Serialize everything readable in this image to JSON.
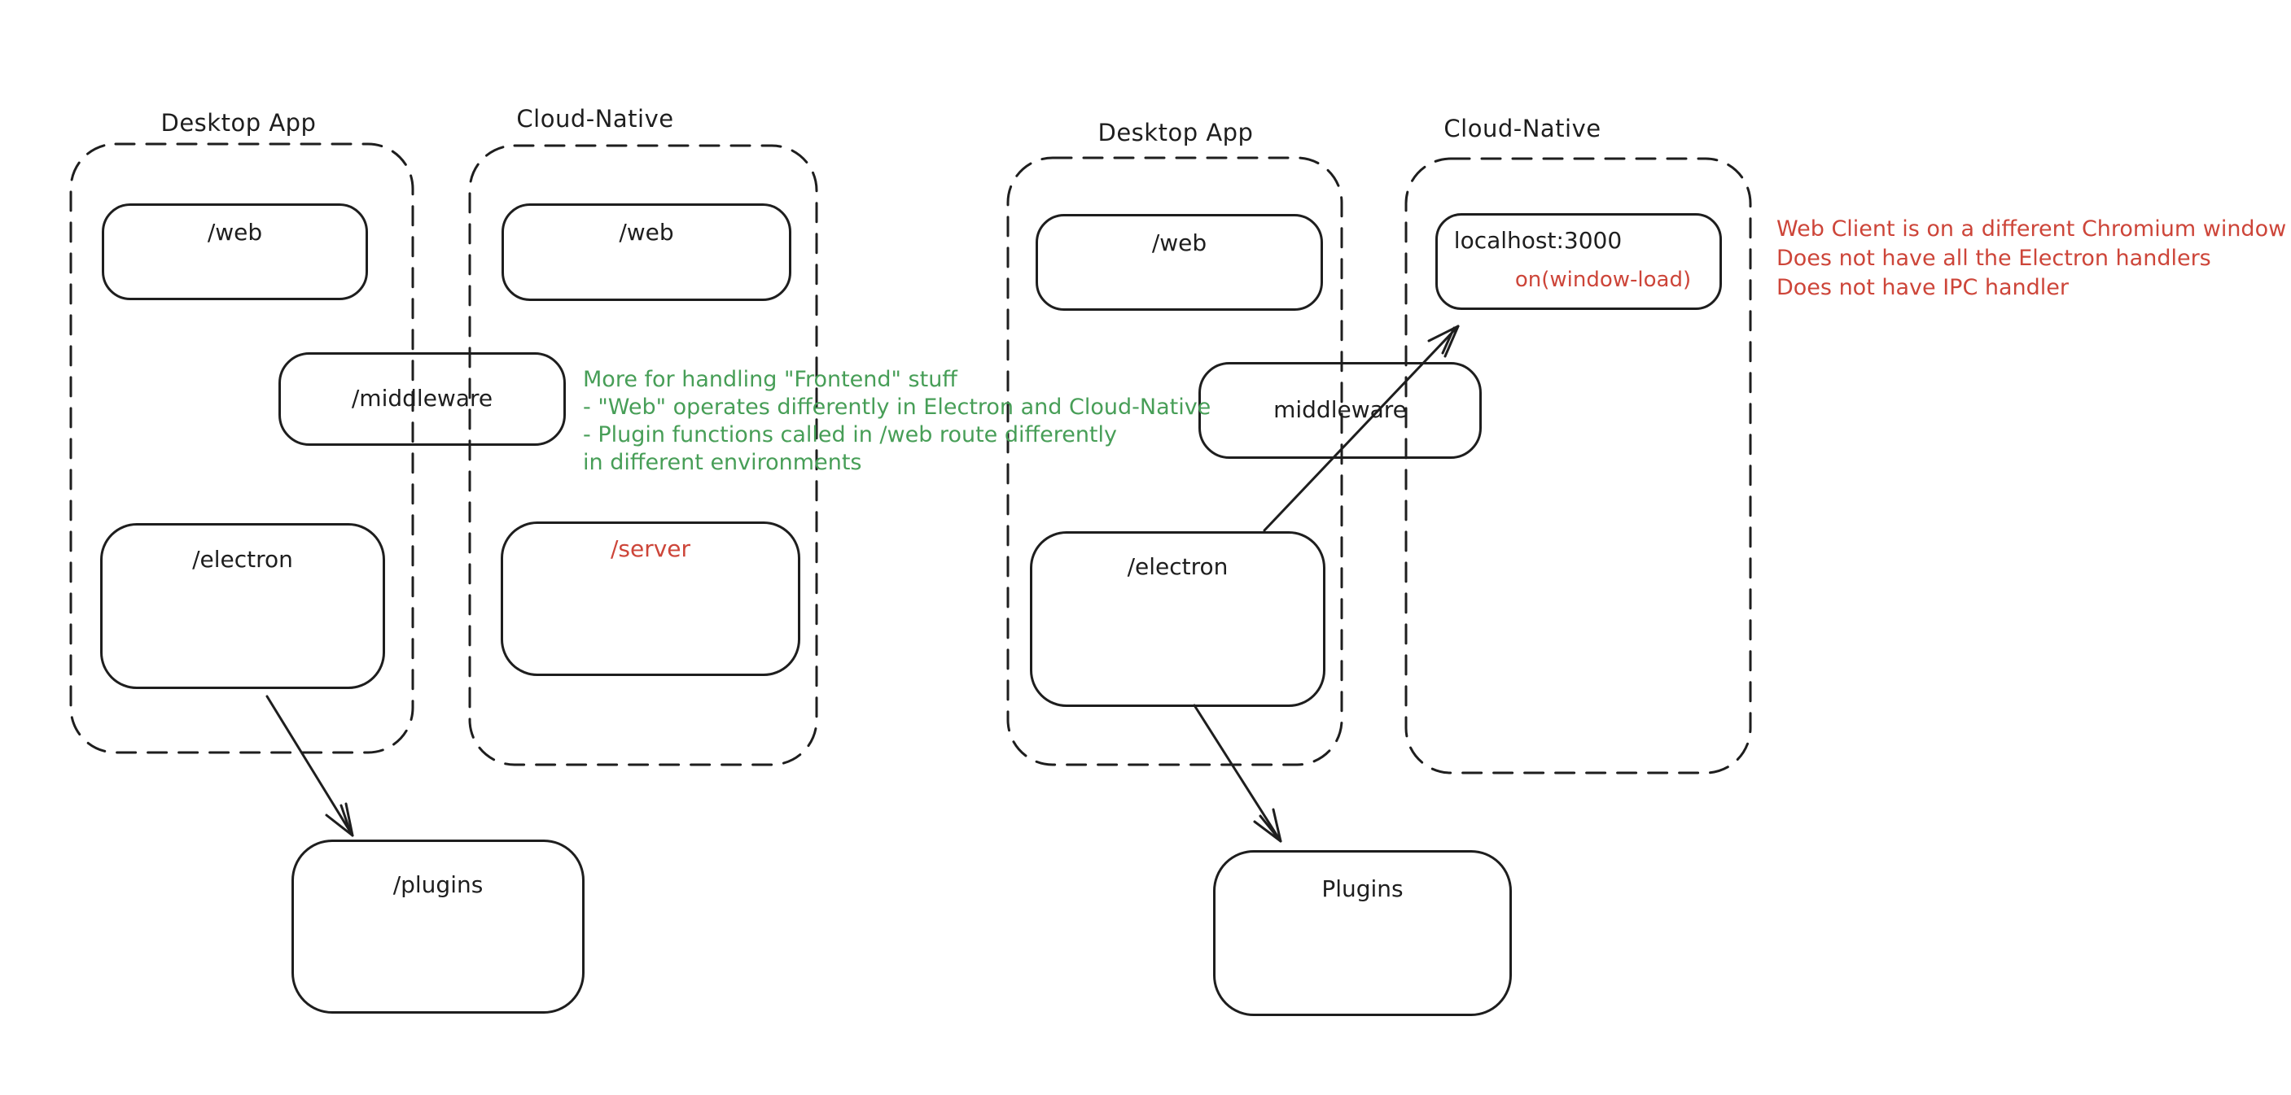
{
  "colors": {
    "ink": "#1e1e1e",
    "red": "#cd4539",
    "green": "#479e57",
    "background": "#ffffff"
  },
  "panels": {
    "left_desktop": {
      "label": "Desktop App"
    },
    "left_cloud": {
      "label": "Cloud-Native"
    },
    "right_desktop": {
      "label": "Desktop App"
    },
    "right_cloud": {
      "label": "Cloud-Native"
    }
  },
  "nodes": {
    "left_desktop_web": "/web",
    "left_cloud_web": "/web",
    "left_middleware": "/middleware",
    "left_electron": "/electron",
    "left_server": "/server",
    "left_plugins": "/plugins",
    "right_desktop_web": "/web",
    "right_localhost": "localhost:3000",
    "right_localhost_event": "on(window-load)",
    "right_middleware": "middleware",
    "right_electron": "/electron",
    "right_plugins": "Plugins"
  },
  "annotations": {
    "green_note": {
      "lines": [
        "More for handling \"Frontend\" stuff",
        "- \"Web\" operates differently in Electron and Cloud-Native",
        "- Plugin functions called in /web route differently",
        "in different environments"
      ]
    },
    "red_note": {
      "lines": [
        "Web Client is on a different Chromium window",
        "Does not have all the Electron handlers",
        "Does not have IPC handler"
      ]
    }
  }
}
